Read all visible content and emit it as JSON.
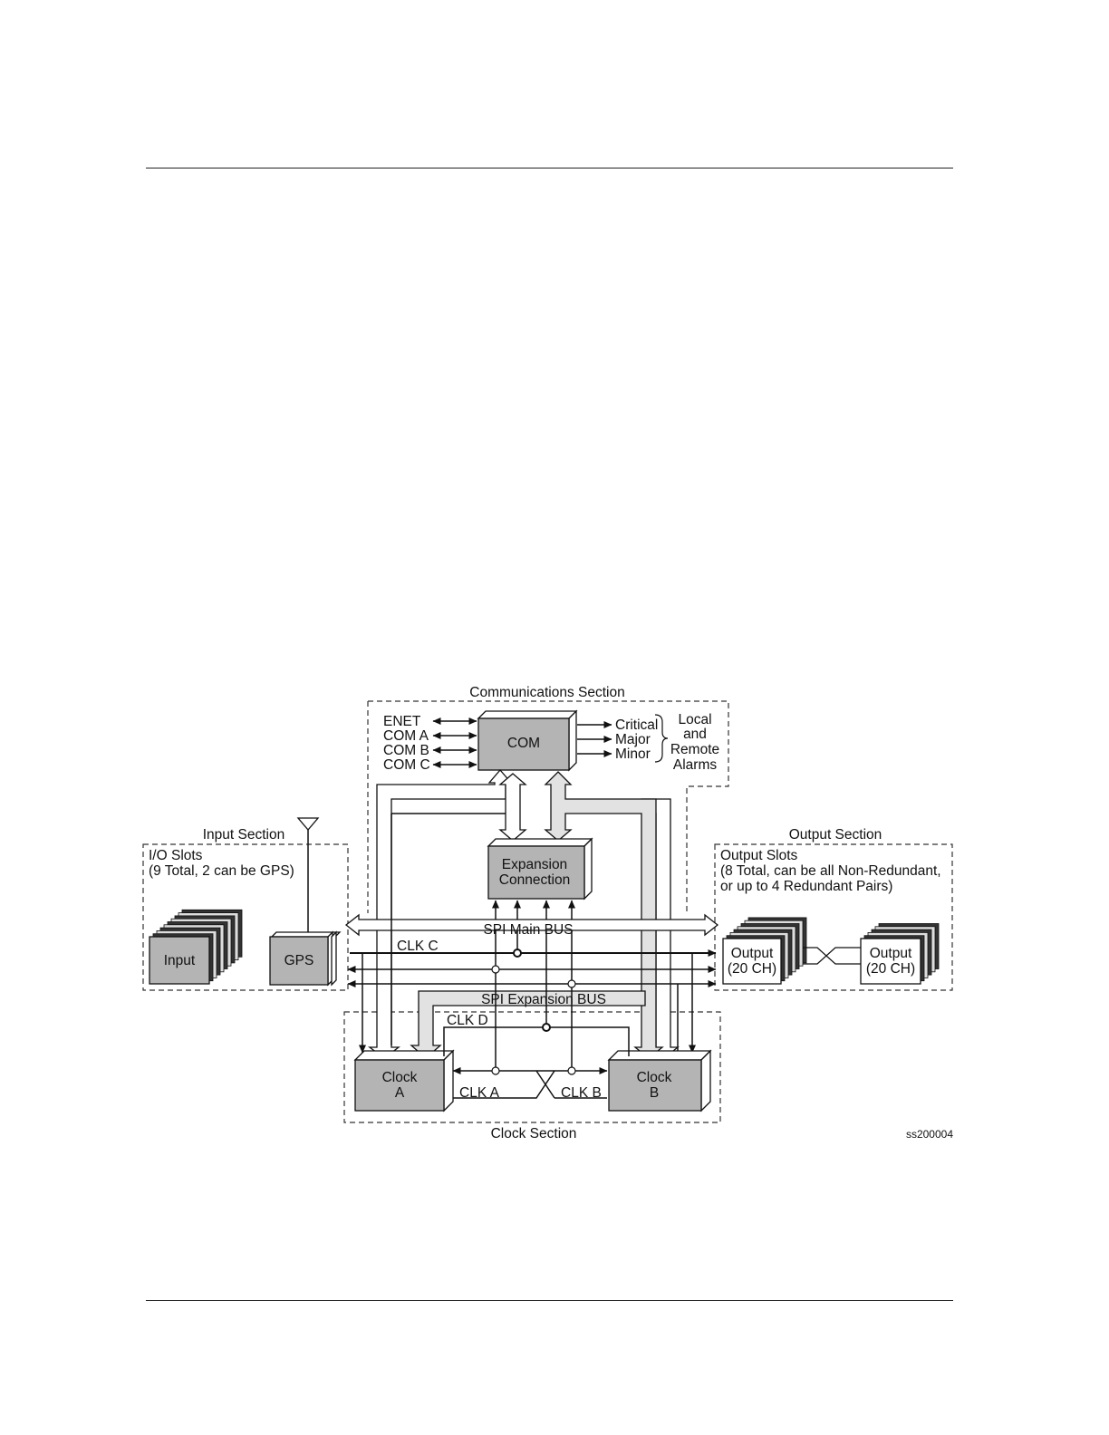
{
  "diagram": {
    "sections": {
      "communications": "Communications Section",
      "input": "Input Section",
      "output": "Output Section",
      "clock": "Clock Section"
    },
    "com_ports": [
      "ENET",
      "COM A",
      "COM B",
      "COM C"
    ],
    "com_block": "COM",
    "alarms": [
      "Critical",
      "Major",
      "Minor"
    ],
    "alarm_destination": [
      "Local",
      "and",
      "Remote",
      "Alarms"
    ],
    "expansion_block": [
      "Expansion",
      "Connection"
    ],
    "io_slots": [
      "I/O Slots",
      "(9 Total, 2 can be GPS)"
    ],
    "input_block": "Input",
    "gps_block": "GPS",
    "output_slots": [
      "Output Slots",
      "(8 Total, can be all Non-Redundant,",
      "or up to 4 Redundant Pairs)"
    ],
    "output_block": [
      "Output",
      "(20 CH)"
    ],
    "buses": {
      "spi_main": "SPI Main BUS",
      "spi_expansion": "SPI Expansion BUS"
    },
    "clock_lines": {
      "clk_a": "CLK A",
      "clk_b": "CLK B",
      "clk_c": "CLK C",
      "clk_d": "CLK D"
    },
    "clock_a": [
      "Clock",
      "A"
    ],
    "clock_b": [
      "Clock",
      "B"
    ],
    "figure_id": "ss200004"
  }
}
